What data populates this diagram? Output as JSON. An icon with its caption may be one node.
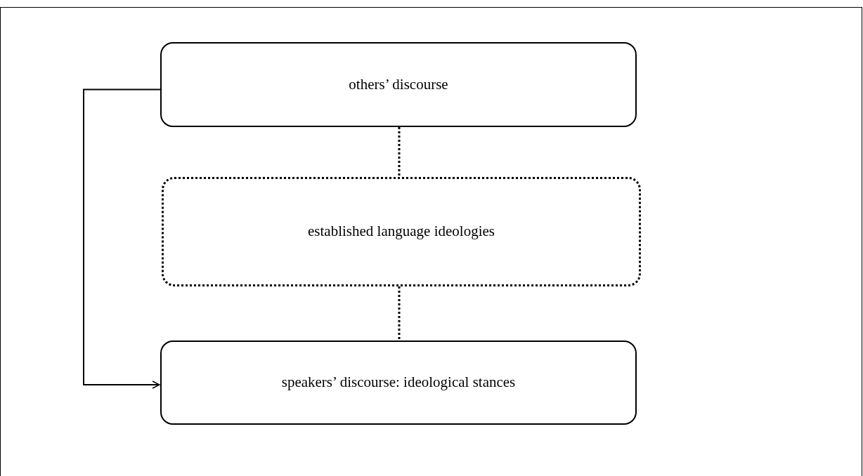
{
  "diagram": {
    "nodes": [
      {
        "text": [
          "others’ discourse"
        ]
      },
      {
        "text": [
          "established language ideologies"
        ]
      },
      {
        "text": [
          "speakers’ discourse: ideological stances"
        ]
      }
    ],
    "edges": [
      {
        "from": 0,
        "to": 1,
        "arrow": "none",
        "style": "dashed"
      },
      {
        "from": 1,
        "to": 2,
        "arrow": "none",
        "style": "dashed"
      },
      {
        "from": 0,
        "to": 2,
        "arrow": "to"
      }
    ]
  }
}
